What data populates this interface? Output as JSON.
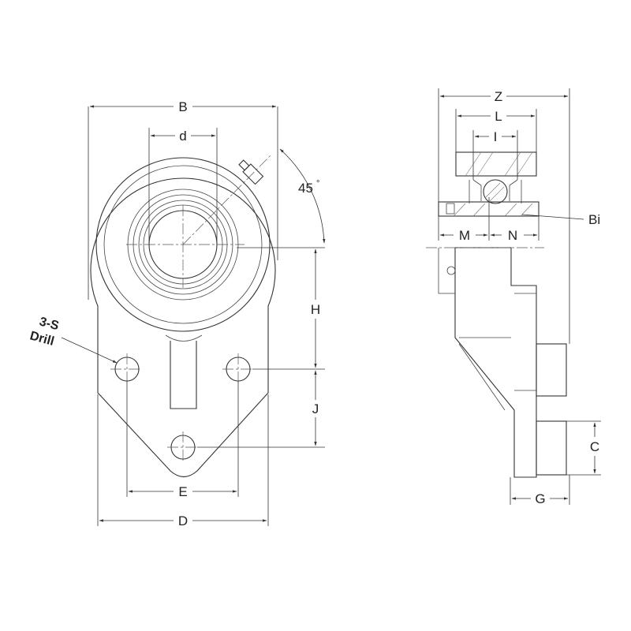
{
  "labels": {
    "B": "B",
    "d": "d",
    "angle": "45",
    "angle_unit": "°",
    "H": "H",
    "J": "J",
    "E": "E",
    "D": "D",
    "drill_line1": "3-S",
    "drill_line2": "Drill",
    "Z": "Z",
    "L": "L",
    "I": "I",
    "Bi": "Bi",
    "M": "M",
    "N": "N",
    "C": "C",
    "G": "G"
  }
}
